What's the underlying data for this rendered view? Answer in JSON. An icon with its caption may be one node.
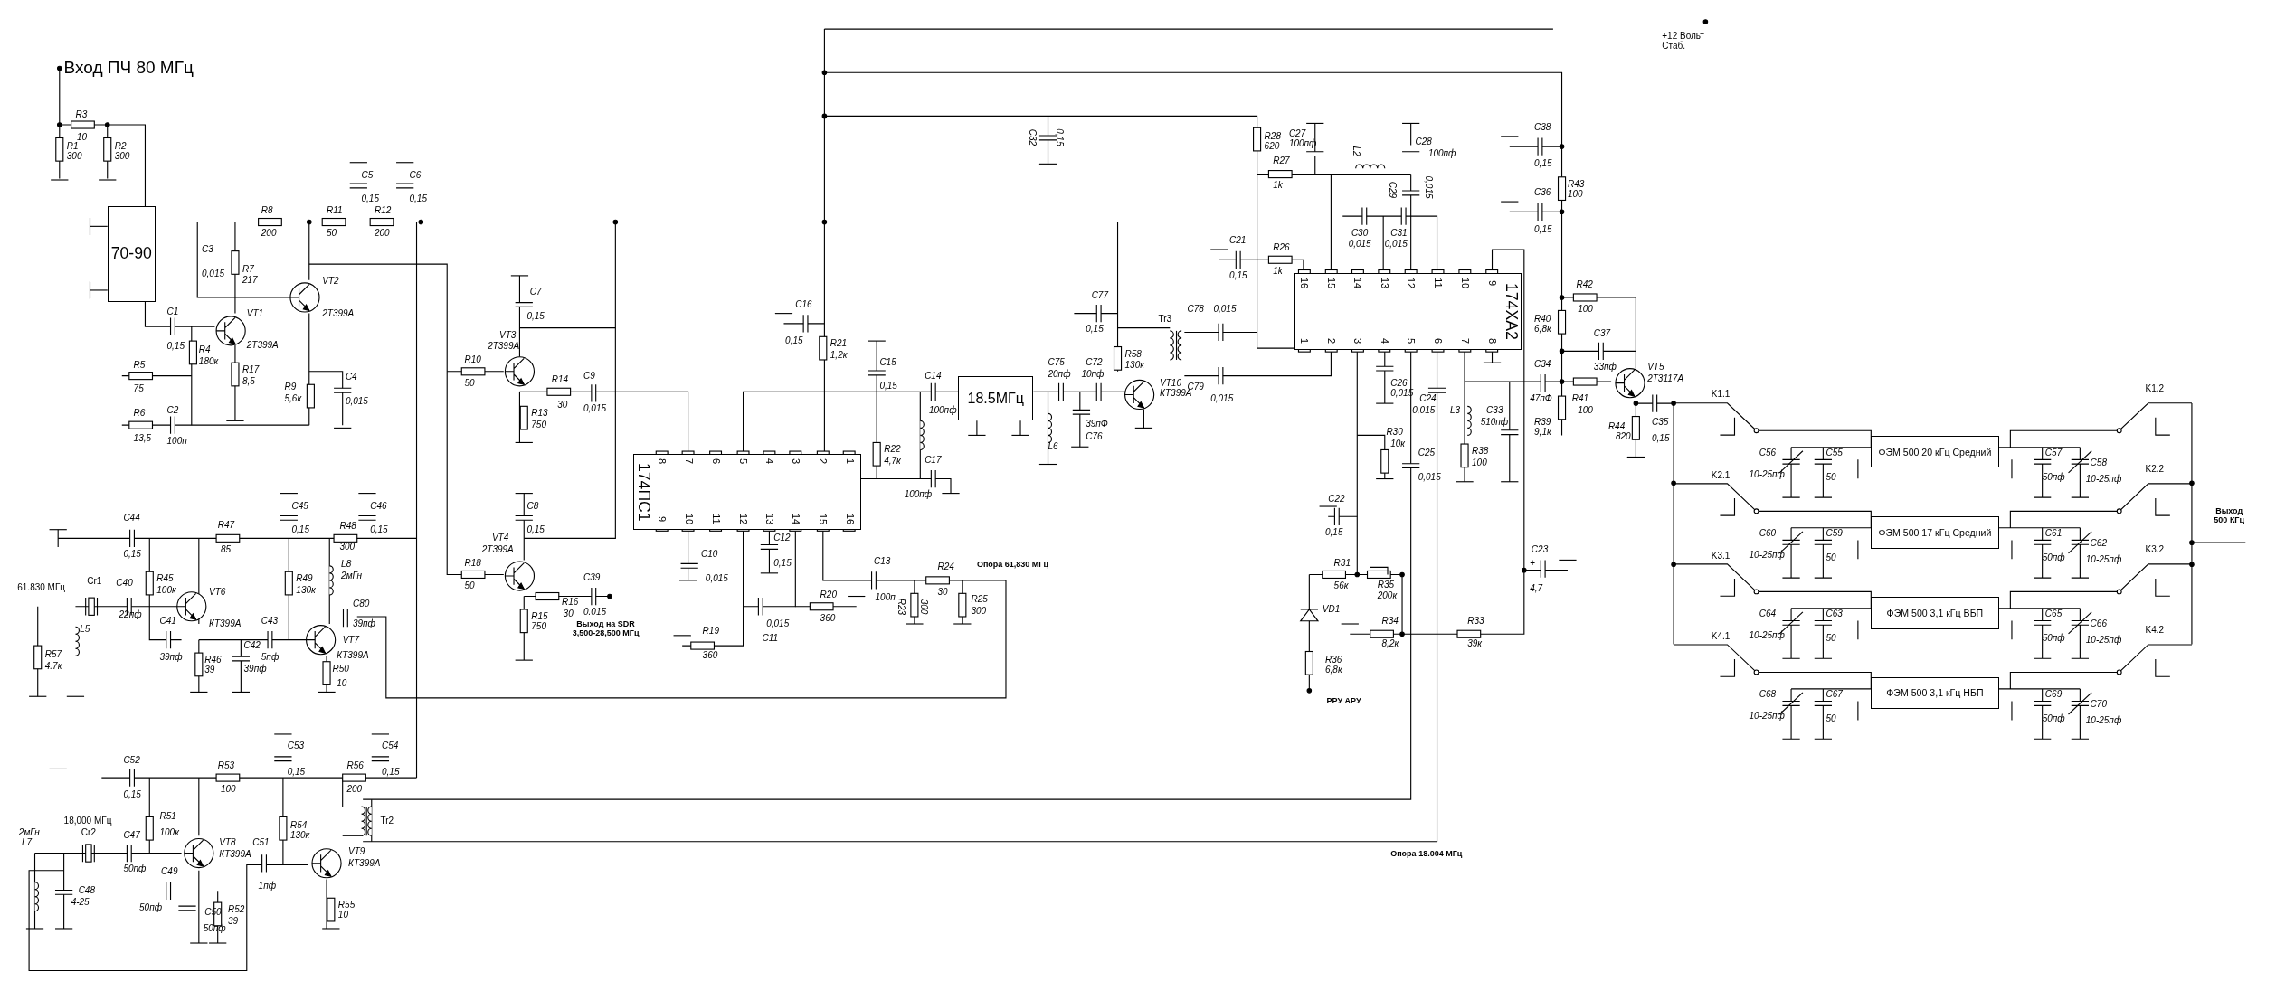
{
  "diagram": {
    "nodes": [
      {
        "text": [
          "70-90"
        ]
      },
      {
        "text": [
          "174ПС1"
        ]
      },
      {
        "text": [
          "18.5МГц"
        ]
      },
      {
        "text": [
          "174ХА2"
        ]
      },
      {
        "text": [
          "ФЭМ 500 20 кГц Средний"
        ]
      },
      {
        "text": [
          "ФЭМ 500 17 кГц Средний"
        ]
      },
      {
        "text": [
          "ФЭМ 500 3,1 кГц ВБП"
        ]
      },
      {
        "text": [
          "ФЭМ 500 3,1 кГц НБП"
        ]
      }
    ],
    "labels": [
      "Вход ПЧ 80 МГц",
      "R3",
      "10",
      "R1",
      "300",
      "R2",
      "300",
      "C5",
      "0,15",
      "C6",
      "0,15",
      "R8",
      "200",
      "R11",
      "50",
      "R12",
      "200",
      "C3",
      "0,015",
      "R7",
      "217",
      "VT2",
      "C1",
      "VT1",
      "2Т399А",
      "0,15",
      "2Т399А",
      "R4",
      "180к",
      "R5",
      "75",
      "R17",
      "8,5",
      "R9",
      "5,6к",
      "C4",
      "0,015",
      "R6",
      "13,5",
      "C2",
      "100п",
      "C7",
      "0,15",
      "VT3",
      "2Т399А",
      "R10",
      "50",
      "R14",
      "C9",
      "R13",
      "30",
      "0,015",
      "750",
      "C32",
      "0,15",
      "C16",
      "0,15",
      "R21",
      "1,2к",
      "C15",
      "0,15",
      "C14",
      "100пф",
      "R22",
      "4,7к",
      "C17",
      "100пф",
      "C75",
      "20пф",
      "C72",
      "10пф",
      "39пФ",
      "C76",
      "L6",
      "C77",
      "0,15",
      "R58",
      "130к",
      "VT10",
      "КТ399А",
      "Tr3",
      "C78",
      "0,015",
      "C79",
      "0,015",
      "+12 Вольт Стаб.",
      "R28",
      "C27",
      "C28",
      "620",
      "100пф",
      "L2",
      "100пф",
      "R27",
      "1k",
      "C29",
      "0,015",
      "C30",
      "0,015",
      "C31",
      "0,015",
      "C21",
      "0,15",
      "R26",
      "1k",
      "16",
      "15",
      "14",
      "13",
      "12",
      "11",
      "10",
      "9",
      "1",
      "2",
      "3",
      "4",
      "5",
      "6",
      "7",
      "8",
      "C26",
      "0,015",
      "C24",
      "0,015",
      "L3",
      "C33",
      "510пф",
      "R30",
      "10к",
      "C25",
      "0,015",
      "R38",
      "100",
      "C22",
      "0,15",
      "R31",
      "56к",
      "R35",
      "200к",
      "VD1",
      "R34",
      "8,2к",
      "R33",
      "39к",
      "R36",
      "6,8к",
      "РРУ АРУ",
      "C23",
      "+",
      "4,7",
      "C38",
      "0,15",
      "C36",
      "R43",
      "100",
      "0,15",
      "R42",
      "100",
      "R40",
      "6,8к",
      "C37",
      "C34",
      "33пф",
      "VT5",
      "2Т3117А",
      "47пФ",
      "R41",
      "100",
      "R39",
      "R44",
      "C35",
      "9,1к",
      "820",
      "0,15",
      "K1.1",
      "K1.2",
      "C56",
      "C55",
      "C57",
      "C58",
      "K2.1",
      "10-25пф",
      "50",
      "50пф",
      "10-25пф",
      "K2.2",
      "C60",
      "C59",
      "C61",
      "C62",
      "Выход 500 КГц",
      "K3.1",
      "10-25пф",
      "50",
      "50пф",
      "10-25пф",
      "K3.2",
      "C64",
      "C63",
      "C65",
      "C66",
      "K4.1",
      "10-25пф",
      "50",
      "50пф",
      "10-25пф",
      "K4.2",
      "C68",
      "C67",
      "C69",
      "C70",
      "10-25пф",
      "50",
      "50пф",
      "10-25пф",
      "C44",
      "0,15",
      "R47",
      "85",
      "C45",
      "0,15",
      "R48",
      "300",
      "C46",
      "0,15",
      "C8",
      "0,15",
      "VT4",
      "2Т399А",
      "R18",
      "50",
      "C39",
      "0.015",
      "R16",
      "30",
      "Выход на SDR 3,500-28,500 МГц",
      "R15",
      "750",
      "L8",
      "61.830 МГц",
      "Cr1",
      "C40",
      "R45",
      "R49",
      "2мГн",
      "100к",
      "VT6",
      "130к",
      "C80",
      "22пф",
      "C41",
      "КТ399А",
      "C43",
      "39пф",
      "L5",
      "C42",
      "VT7",
      "R57",
      "39пф",
      "R46",
      "5пф",
      "КТ399А",
      "4.7к",
      "39",
      "39пф",
      "R50",
      "10",
      "8",
      "7",
      "6",
      "5",
      "4",
      "3",
      "2",
      "1",
      "9",
      "10",
      "11",
      "12",
      "13",
      "14",
      "15",
      "16",
      "C10",
      "0,015",
      "C12",
      "0,15",
      "C13",
      "100п",
      "R24",
      "30",
      "Опора 61,830 МГц",
      "R20",
      "360",
      "R23",
      "300",
      "R25",
      "300",
      "0,015",
      "C11",
      "R19",
      "360",
      "C52",
      "0,15",
      "R53",
      "100",
      "C53",
      "0,15",
      "R56",
      "200",
      "C54",
      "0,15",
      "18,000 МГц",
      "2мГн",
      "Cr2",
      "L7",
      "C47",
      "50пф",
      "R51",
      "100к",
      "VT8",
      "КТ399А",
      "C51",
      "Tr2",
      "R54",
      "130к",
      "VT9",
      "КТ399А",
      "C49",
      "C48",
      "1пф",
      "4-25",
      "50пф",
      "C50",
      "R52",
      "R55",
      "50пф",
      "39",
      "10",
      "Опора 18.004 МГц"
    ]
  }
}
